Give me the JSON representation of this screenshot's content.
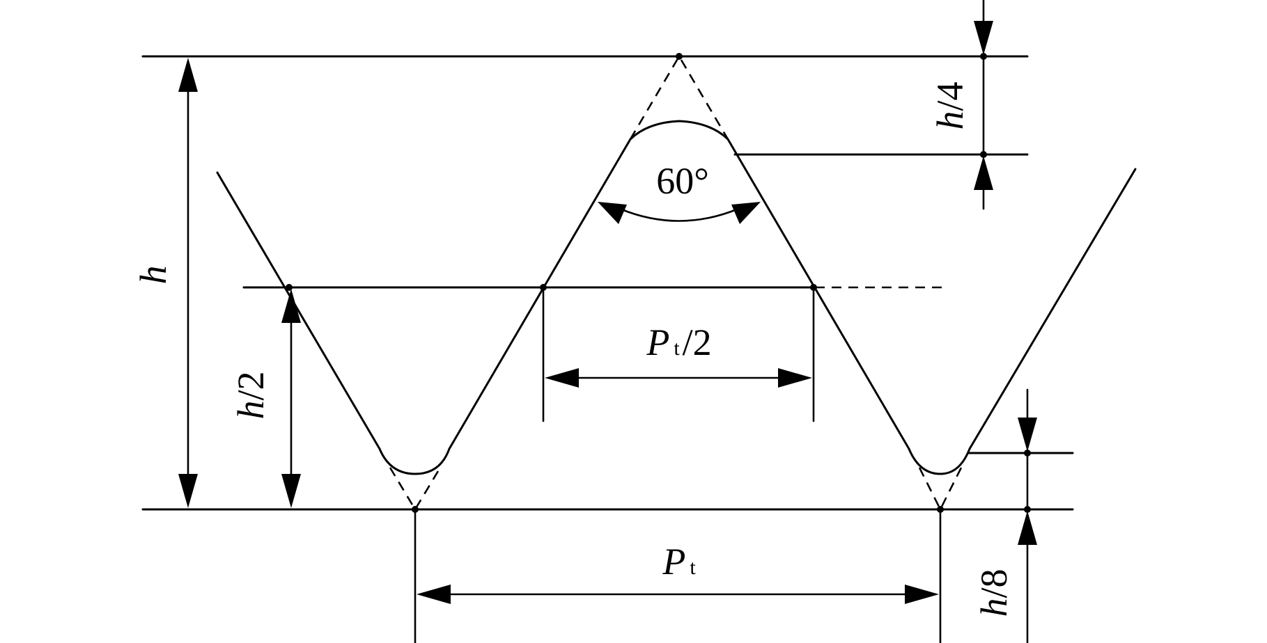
{
  "labels": {
    "angle": "60°",
    "height_full": "h",
    "height_half_var": "h",
    "height_half_den": "/2",
    "height_quarter_var": "h",
    "height_quarter_den": "/4",
    "height_eighth_var": "h",
    "height_eighth_den": "/8",
    "pitch_var": "P",
    "pitch_sub": "t",
    "half_pitch_var": "P",
    "half_pitch_sub": "t",
    "half_pitch_den": "/2"
  },
  "colors": {
    "ink": "#000000",
    "background": "#ffffff"
  }
}
